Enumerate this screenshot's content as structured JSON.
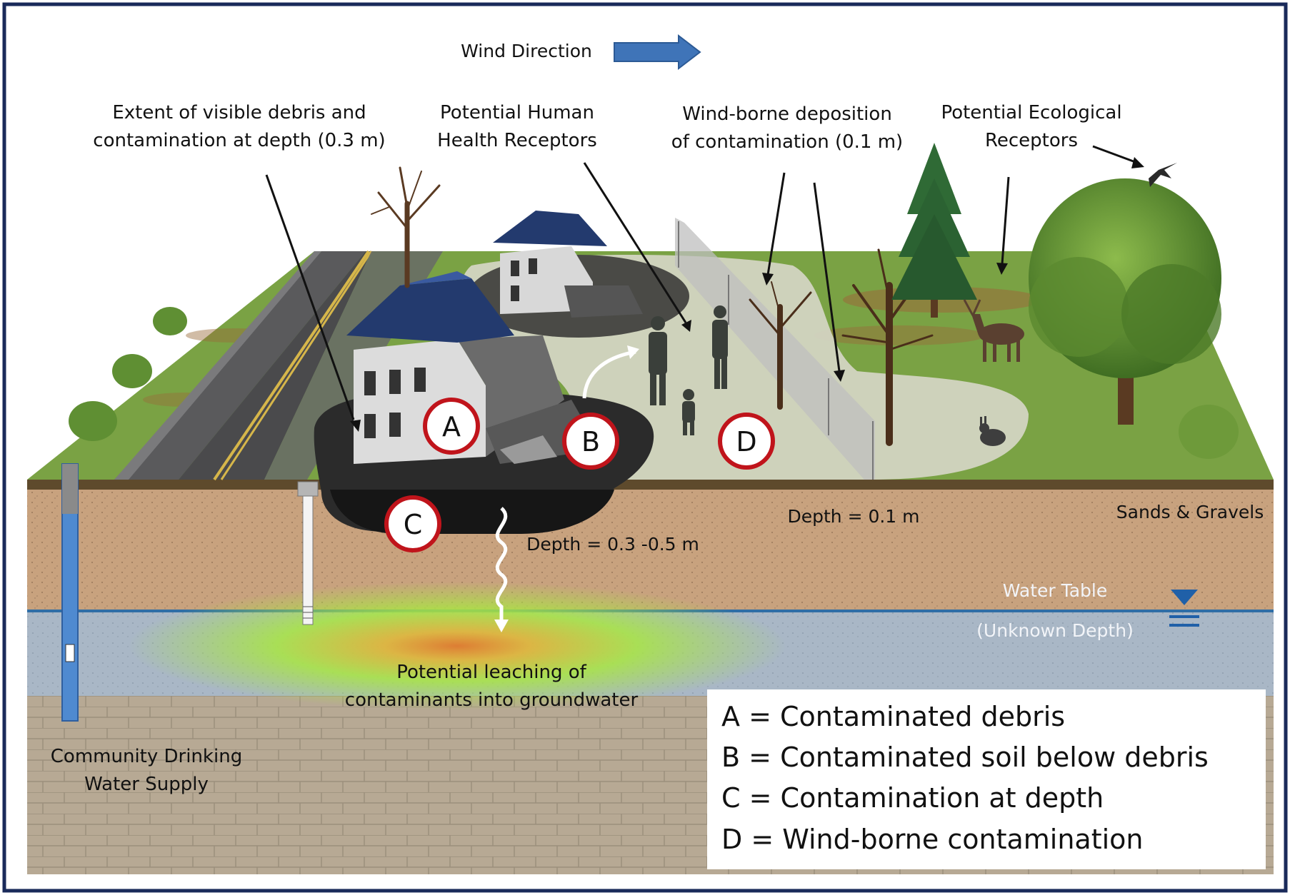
{
  "wind": {
    "label": "Wind Direction"
  },
  "callouts": {
    "extent": [
      "Extent of visible debris and",
      "contamination at depth (0.3 m)"
    ],
    "human": [
      "Potential Human",
      "Health Receptors"
    ],
    "wind_deposition": [
      "Wind-borne deposition",
      "of contamination (0.1 m)"
    ],
    "ecological": [
      "Potential Ecological",
      "Receptors"
    ],
    "leaching": [
      "Potential leaching of",
      "contaminants into groundwater"
    ],
    "drinking": [
      "Community Drinking",
      "Water Supply"
    ]
  },
  "depths": {
    "debris_depth": "Depth = 0.3 -0.5 m",
    "wind_depth": "Depth = 0.1 m"
  },
  "layers": {
    "sands": "Sands & Gravels",
    "water_table": "Water Table",
    "unknown_depth": "(Unknown Depth)"
  },
  "markers": {
    "a": "A",
    "b": "B",
    "c": "C",
    "d": "D"
  },
  "legend": {
    "items": [
      "A = Contaminated debris",
      "B = Contaminated soil below debris",
      "C = Contamination at depth",
      "D = Wind-borne contamination"
    ]
  },
  "colors": {
    "frame": "#1a2a5a",
    "grass": "#7aa244",
    "soil": "#c8a27e",
    "groundwater": "#a9b7c6",
    "bedrock": "#b9ab97",
    "road": "#58585a",
    "marker_ring": "#c0141b",
    "water_line": "#2f6ea6",
    "arrow": "#3f74b8"
  }
}
